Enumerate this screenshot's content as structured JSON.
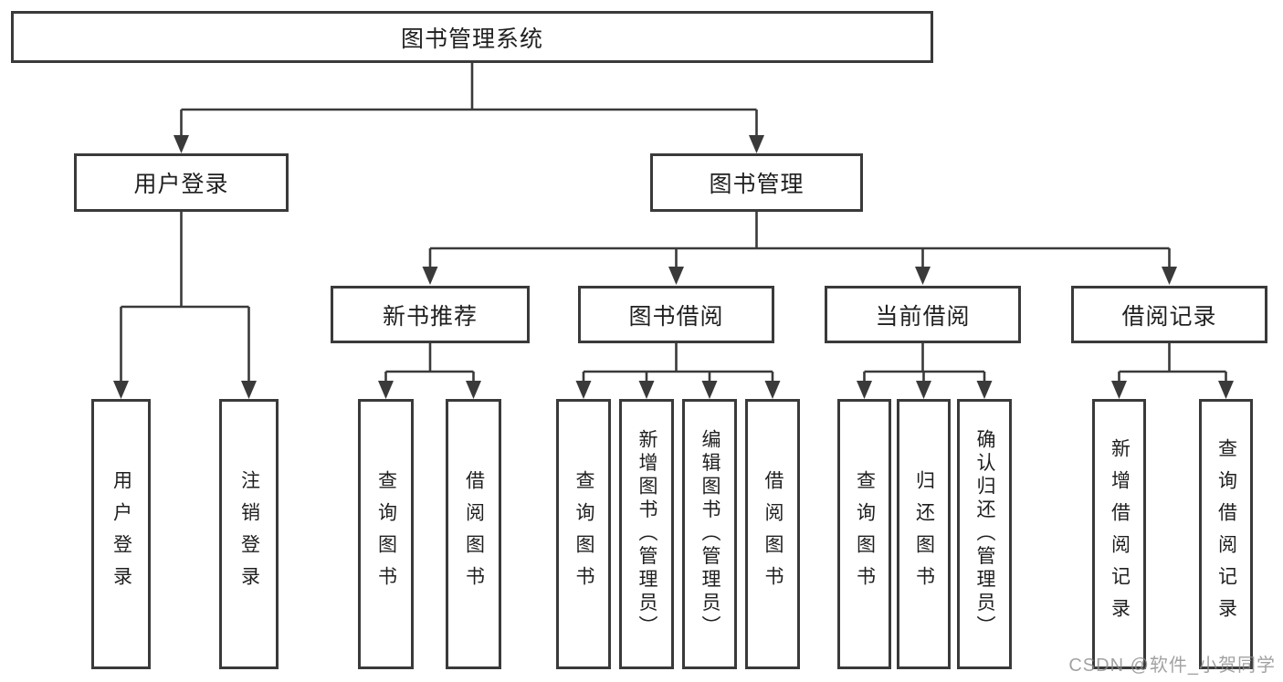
{
  "nodes": {
    "root": "图书管理系统",
    "level2": [
      "用户登录",
      "图书管理"
    ],
    "level3": [
      "新书推荐",
      "图书借阅",
      "当前借阅",
      "借阅记录"
    ],
    "leaves": {
      "user_login": [
        "用户登录",
        "注销登录"
      ],
      "new_books": [
        "查询图书",
        "借阅图书"
      ],
      "book_borrowing": [
        "查询图书",
        "新增图书（管理员）",
        "编辑图书（管理员）",
        "借阅图书"
      ],
      "current_borrowing": [
        "查询图书",
        "归还图书",
        "确认归还（管理员）"
      ],
      "borrowing_records": [
        "新增借阅记录",
        "查询借阅记录"
      ]
    }
  },
  "watermark": "CSDN @软件_小贺同学",
  "colors": {
    "line": "#3a3a3a",
    "text": "#1f1f1f",
    "background": "#ffffff",
    "watermark": "#8c8c8c"
  }
}
